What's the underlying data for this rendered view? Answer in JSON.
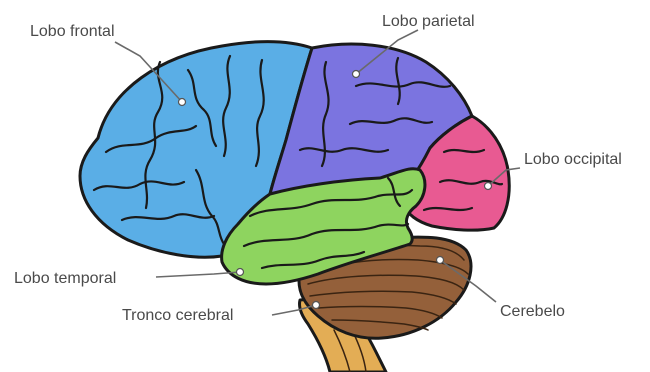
{
  "labels": {
    "frontal": "Lobo frontal",
    "parietal": "Lobo parietal",
    "occipital": "Lobo occipital",
    "temporal": "Lobo temporal",
    "brainstem": "Tronco cerebral",
    "cerebellum": "Cerebelo"
  },
  "colors": {
    "frontal": "#5aaee6",
    "parietal": "#7b74e0",
    "occipital": "#e85a92",
    "temporal": "#8ed45f",
    "cerebellum": "#94603a",
    "brainstem": "#e3ad55",
    "outline": "#1a1a1a"
  }
}
